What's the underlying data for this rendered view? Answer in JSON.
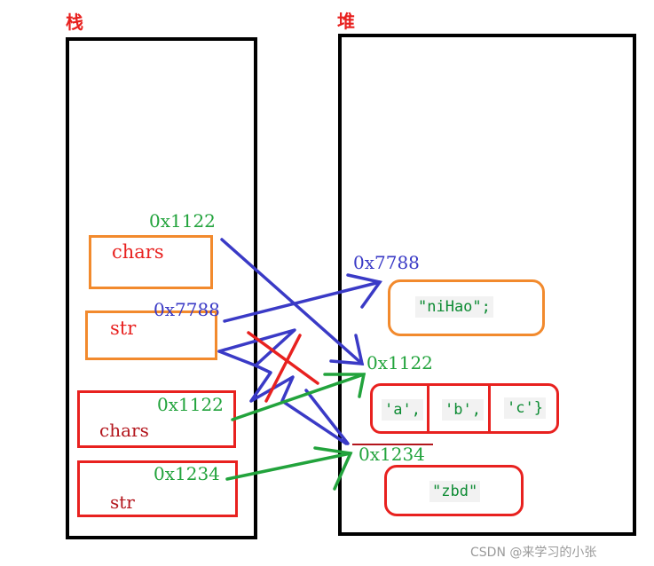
{
  "stack": {
    "title": "栈",
    "items": [
      {
        "address": "0x1122",
        "name": "chars"
      },
      {
        "address": "0x7788",
        "name": "str"
      },
      {
        "address": "0x1122",
        "name": "chars"
      },
      {
        "address": "0x1234",
        "name": "str"
      }
    ]
  },
  "heap": {
    "title": "堆",
    "objects": [
      {
        "address": "0x7788",
        "content": "\"niHao\";"
      },
      {
        "address": "0x1122",
        "cells": [
          "'a',",
          "'b',",
          "'c'}"
        ]
      },
      {
        "address": "0x1234",
        "content": "\"zbd\""
      }
    ]
  },
  "watermark": "CSDN @来学习的小张",
  "colors": {
    "stack_label": "#e8211f",
    "old_reference_box": "#f28a2d",
    "new_reference_box": "#e8211f",
    "old_arrow": "#3a3ac6",
    "new_arrow": "#22a33c",
    "cross_mark": "#e8211f"
  }
}
